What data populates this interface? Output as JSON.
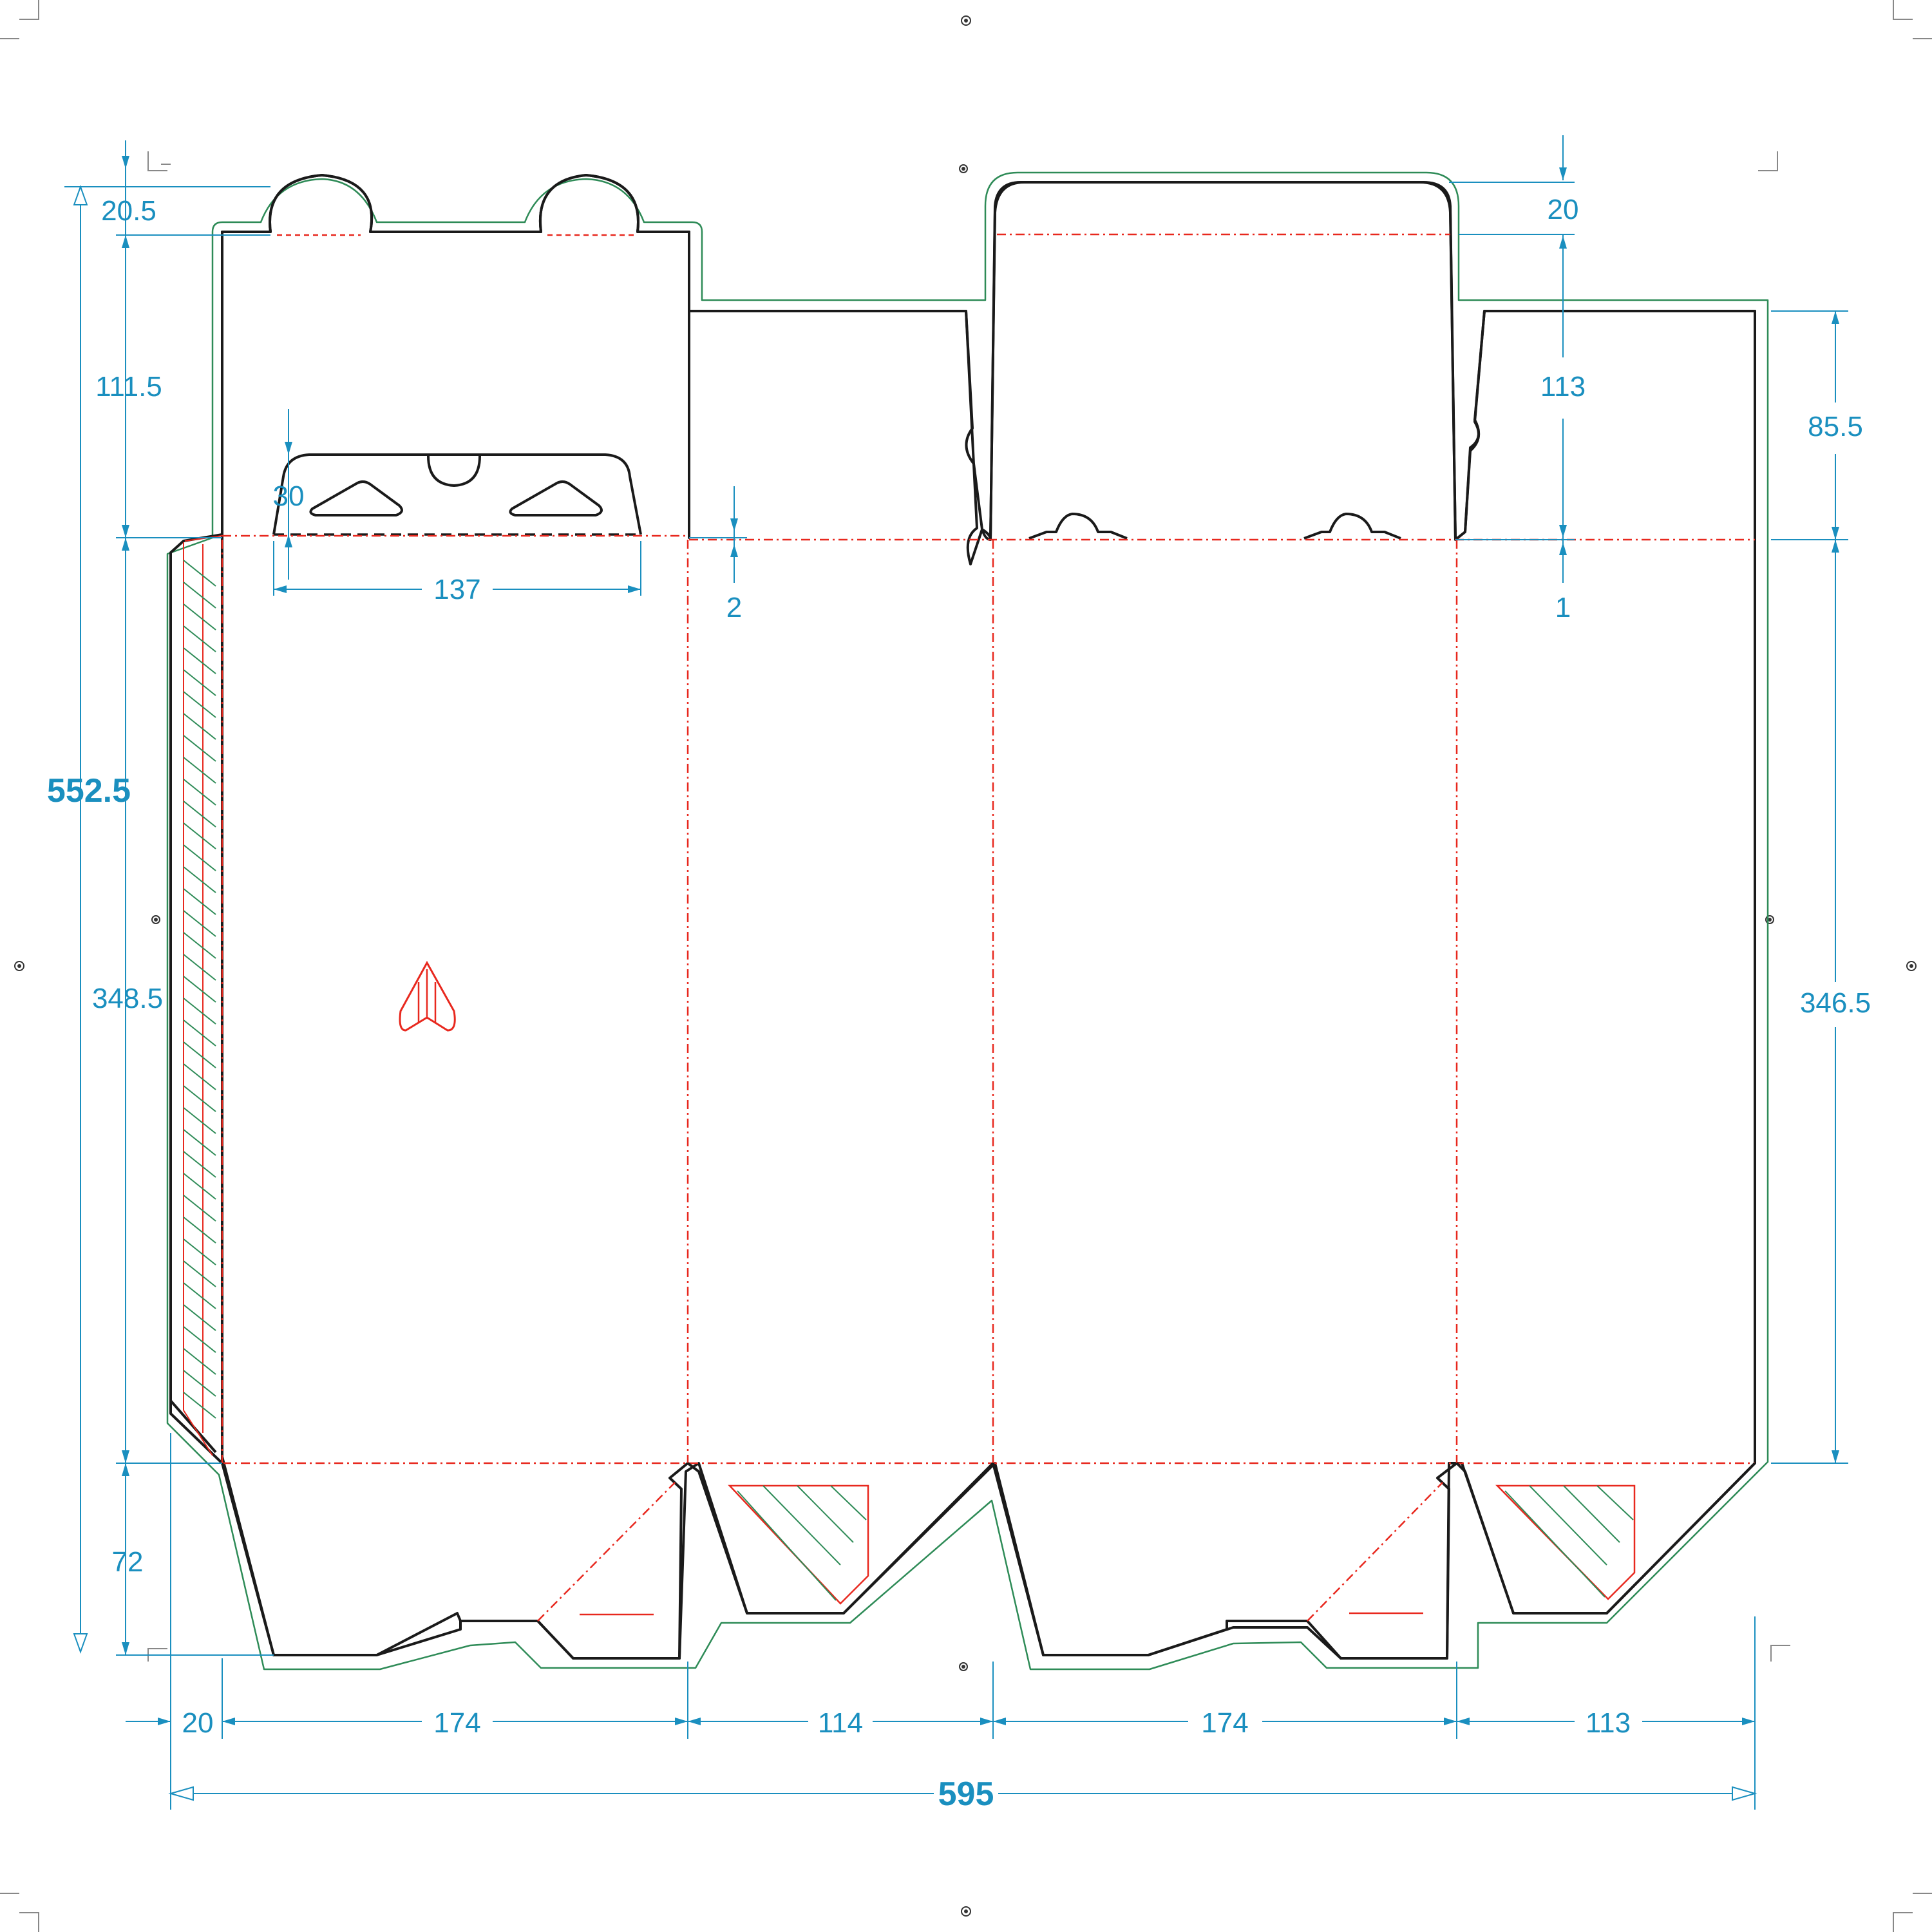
{
  "dimensions": {
    "top_tab_height": "20.5",
    "top_flap_height": "111.5",
    "body_height_left": "348.5",
    "bottom_flap_height": "72",
    "total_height": "552.5",
    "hanger_tab_height": "30",
    "hanger_tab_width": "137",
    "left_offset": "2",
    "right_offset": "1",
    "lid_tab_height": "20",
    "lid_height": "113",
    "dust_flap_height": "85.5",
    "body_height_right": "346.5",
    "glue_flap_width": "20",
    "panel_front_width": "174",
    "panel_side_width": "114",
    "panel_back_width": "174",
    "panel_side2_width": "113",
    "total_width": "595"
  },
  "colors": {
    "cut_line": "#1a1a1a",
    "crease_line": "#e8281e",
    "bleed_line": "#2e8b57",
    "dimension": "#1a8fbf"
  }
}
